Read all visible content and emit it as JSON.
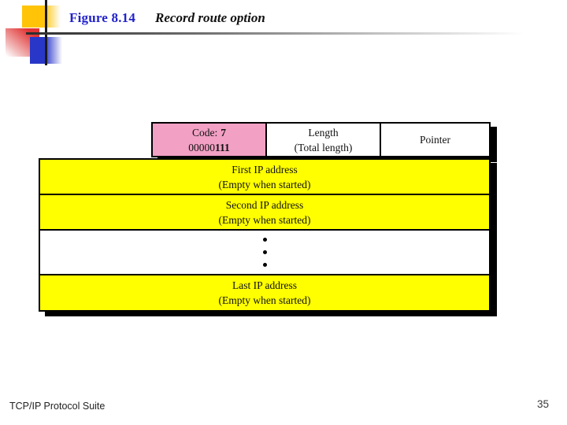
{
  "header": {
    "figure_label": "Figure 8.14",
    "figure_title": "Record route option"
  },
  "diagram": {
    "code_cell": {
      "label": "Code:",
      "value": "7",
      "binary_prefix": "00000",
      "binary_value": "111"
    },
    "length_cell": {
      "line1": "Length",
      "line2": "(Total length)"
    },
    "pointer_cell": {
      "line1": "Pointer"
    },
    "address_rows": [
      {
        "line1": "First IP address",
        "line2": "(Empty when started)"
      },
      {
        "line1": "Second IP address",
        "line2": "(Empty when started)"
      },
      {
        "line1": "Last IP address",
        "line2": "(Empty when started)"
      }
    ]
  },
  "footer": {
    "book_title": "TCP/IP Protocol Suite",
    "page_number": "35"
  },
  "colors": {
    "code_cell_bg": "#F2A0C4",
    "address_row_bg": "#FFFF00",
    "figure_label_blue": "#2222CC"
  }
}
